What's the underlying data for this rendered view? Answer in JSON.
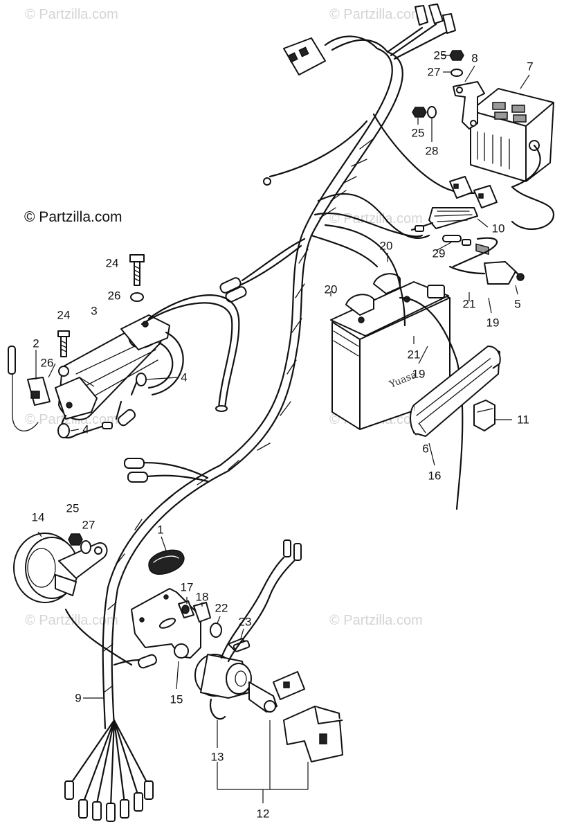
{
  "watermark_text": "© Partzilla.com",
  "credit": "© Partzilla.com",
  "callouts": [
    {
      "id": "c1",
      "label": "1"
    },
    {
      "id": "c2",
      "label": "2"
    },
    {
      "id": "c3",
      "label": "3"
    },
    {
      "id": "c4a",
      "label": "4"
    },
    {
      "id": "c4b",
      "label": "4"
    },
    {
      "id": "c5",
      "label": "5"
    },
    {
      "id": "c6",
      "label": "6"
    },
    {
      "id": "c7",
      "label": "7"
    },
    {
      "id": "c8",
      "label": "8"
    },
    {
      "id": "c9",
      "label": "9"
    },
    {
      "id": "c10",
      "label": "10"
    },
    {
      "id": "c11",
      "label": "11"
    },
    {
      "id": "c12",
      "label": "12"
    },
    {
      "id": "c13",
      "label": "13"
    },
    {
      "id": "c14",
      "label": "14"
    },
    {
      "id": "c15",
      "label": "15"
    },
    {
      "id": "c16",
      "label": "16"
    },
    {
      "id": "c17",
      "label": "17"
    },
    {
      "id": "c18",
      "label": "18"
    },
    {
      "id": "c19a",
      "label": "19"
    },
    {
      "id": "c19b",
      "label": "19"
    },
    {
      "id": "c20a",
      "label": "20"
    },
    {
      "id": "c20b",
      "label": "20"
    },
    {
      "id": "c21a",
      "label": "21"
    },
    {
      "id": "c21b",
      "label": "21"
    },
    {
      "id": "c22",
      "label": "22"
    },
    {
      "id": "c23",
      "label": "23"
    },
    {
      "id": "c24a",
      "label": "24"
    },
    {
      "id": "c24b",
      "label": "24"
    },
    {
      "id": "c25a",
      "label": "25"
    },
    {
      "id": "c25b",
      "label": "25"
    },
    {
      "id": "c25c",
      "label": "25"
    },
    {
      "id": "c26a",
      "label": "26"
    },
    {
      "id": "c26b",
      "label": "26"
    },
    {
      "id": "c27a",
      "label": "27"
    },
    {
      "id": "c27b",
      "label": "27"
    },
    {
      "id": "c28",
      "label": "28"
    },
    {
      "id": "c29",
      "label": "29"
    }
  ],
  "battery_brand": "Yuasa"
}
